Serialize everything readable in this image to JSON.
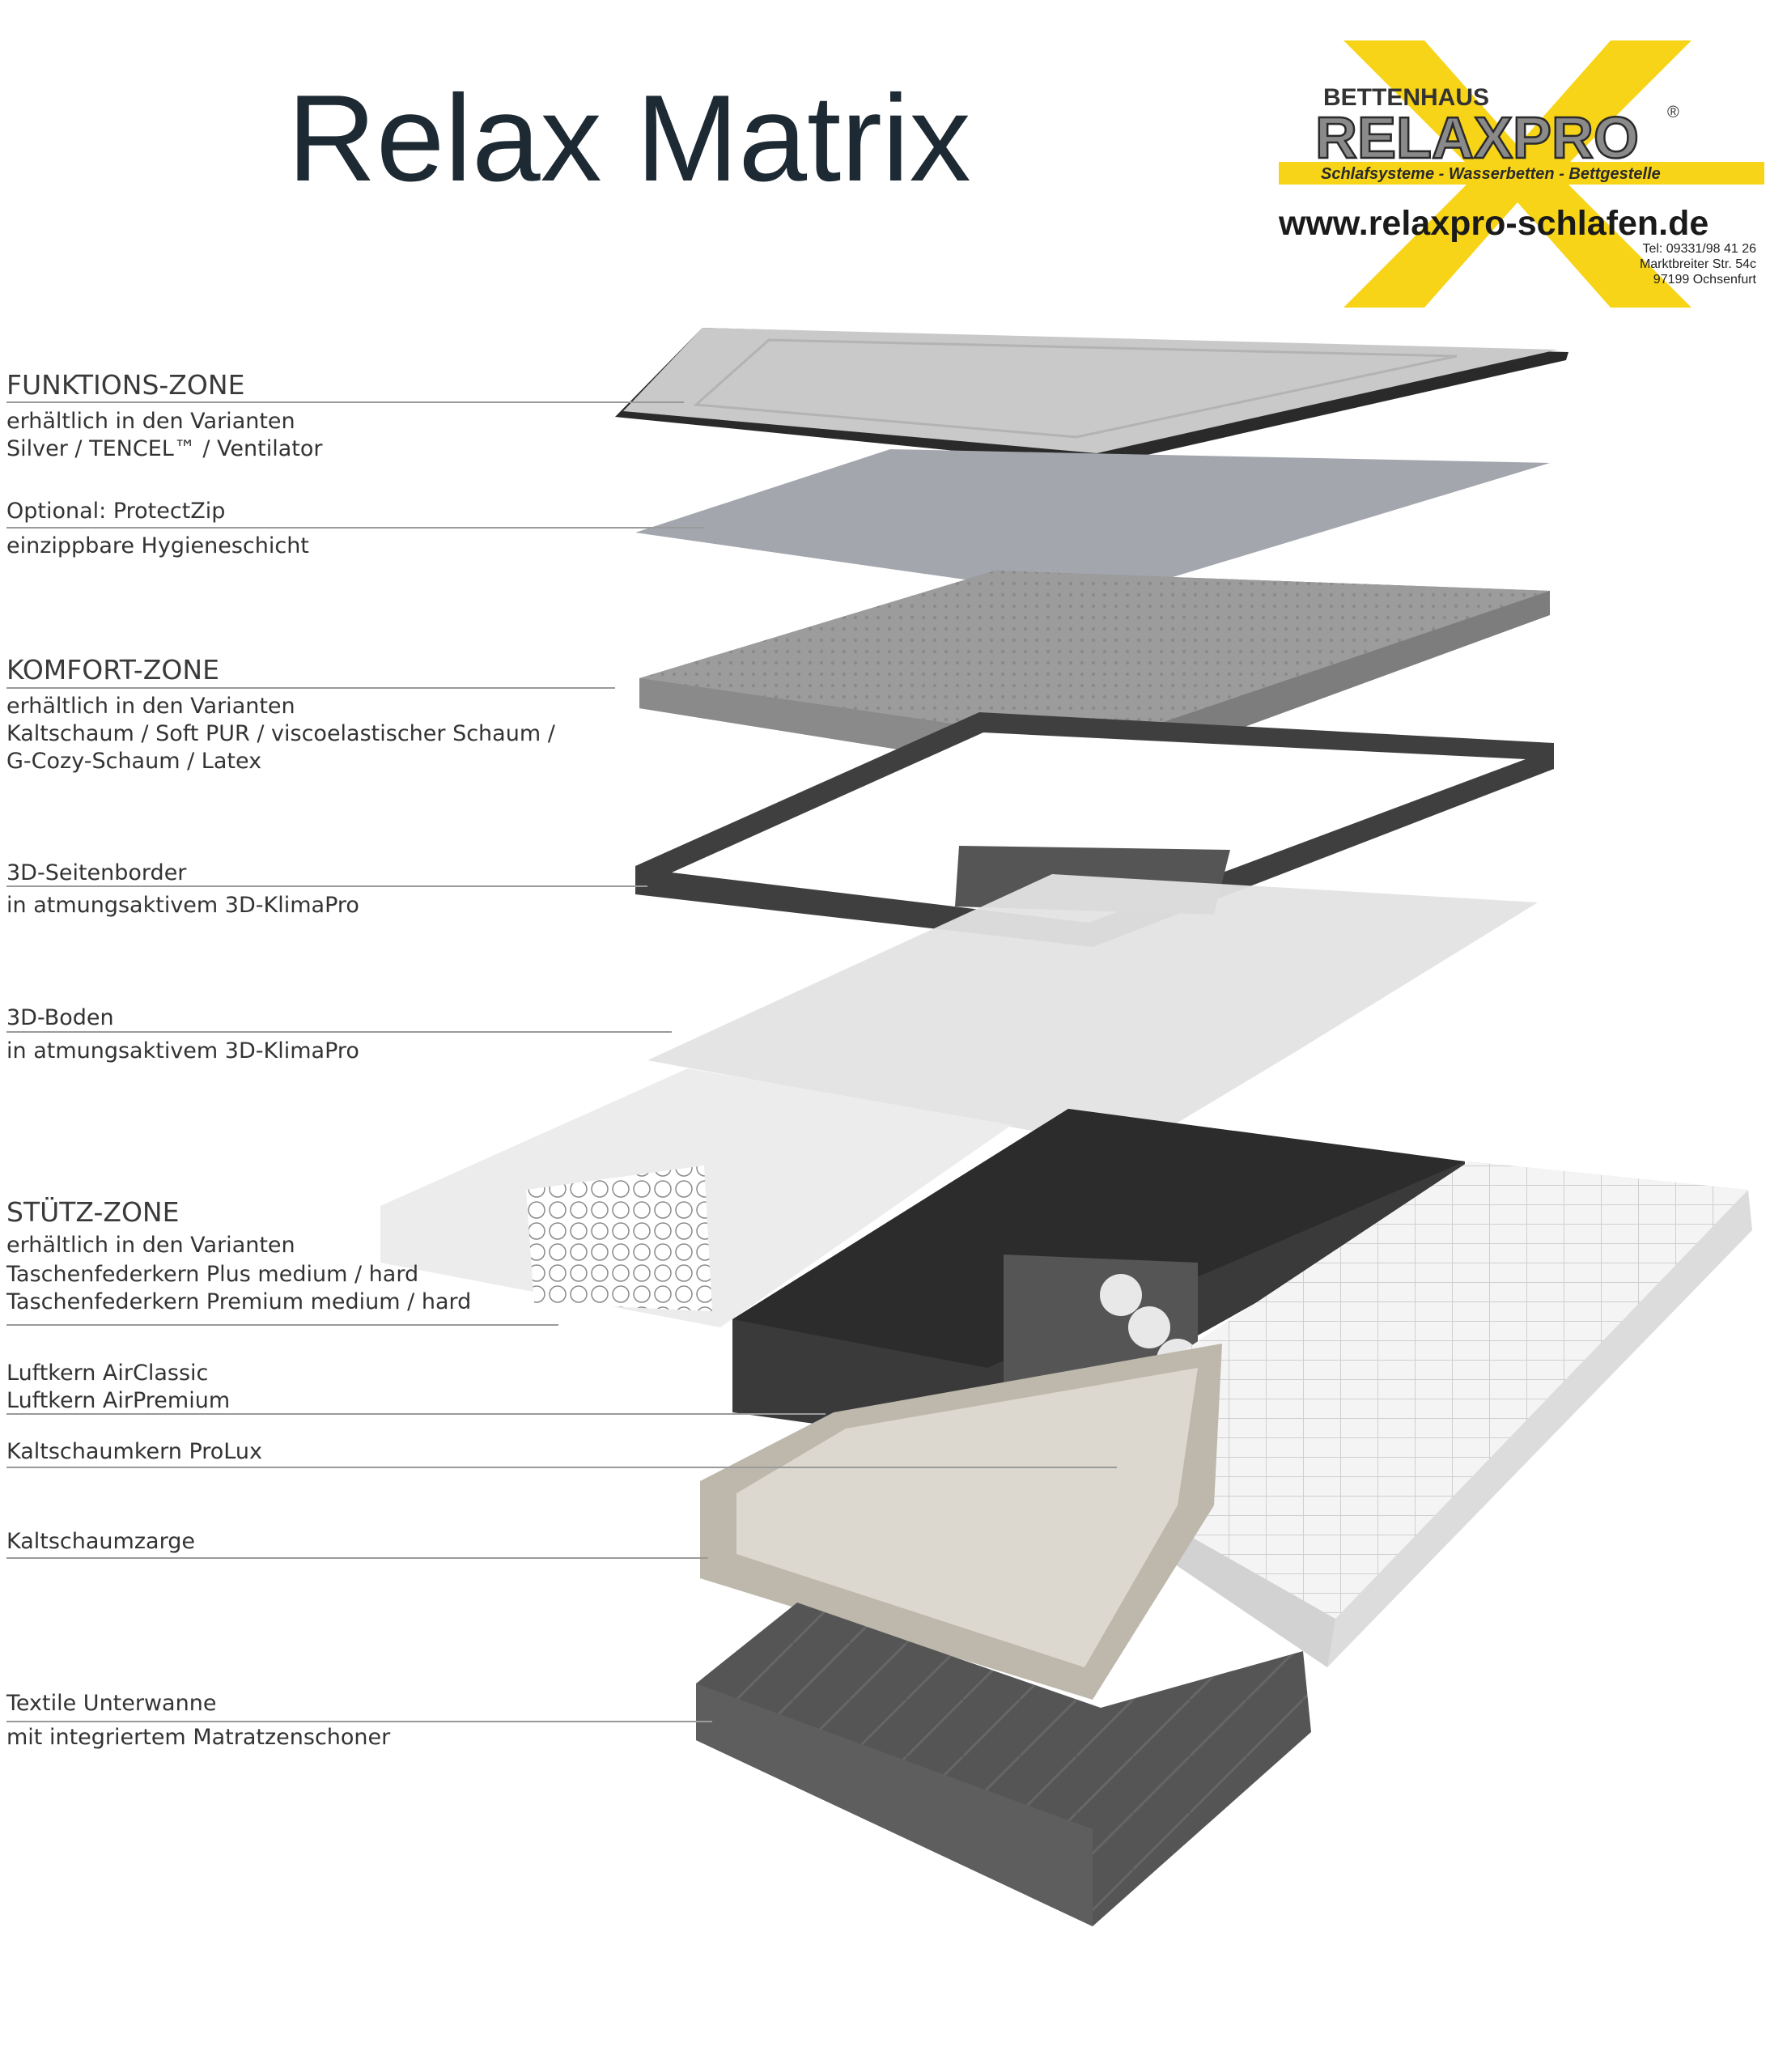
{
  "title": "Relax Matrix",
  "logo": {
    "brand_top": "BETTENHAUS",
    "brand_main_a": "RELAX",
    "brand_main_b": "PRO",
    "registered": "®",
    "tagline": "Schlafsysteme  -  Wasserbetten  -  Bettgestelle",
    "url": "www.relaxpro-schlafen.de",
    "phone": "Tel: 09331/98 41 26",
    "street": "Marktbreiter Str. 54c",
    "city": "97199 Ochsenfurt",
    "accent_color": "#f7d417"
  },
  "labels": {
    "funktions": {
      "heading": "FUNKTIONS-ZONE",
      "line1": "erhältlich in den Varianten",
      "line2": "Silver / TENCEL™ / Ventilator"
    },
    "protectzip": {
      "line1": "Optional: ProtectZip",
      "line2": "einzippbare Hygieneschicht"
    },
    "komfort": {
      "heading": "KOMFORT-ZONE",
      "line1": "erhältlich in den Varianten",
      "line2": "Kaltschaum / Soft PUR / viscoelastischer Schaum /",
      "line3": "G-Cozy-Schaum / Latex"
    },
    "seitenborder": {
      "line1": "3D-Seitenborder",
      "line2": "in atmungsaktivem 3D-KlimaPro"
    },
    "boden": {
      "line1": "3D-Boden",
      "line2": "in atmungsaktivem 3D-KlimaPro"
    },
    "stuetz": {
      "heading": "STÜTZ-ZONE",
      "line1": "erhältlich in den Varianten",
      "line2": "Taschenfederkern Plus medium / hard",
      "line3": "Taschenfederkern Premium medium / hard"
    },
    "luftkern": {
      "line1": "Luftkern AirClassic",
      "line2": "Luftkern AirPremium"
    },
    "kaltschaumkern": {
      "line1": "Kaltschaumkern ProLux"
    },
    "zarge": {
      "line1": "Kaltschaumzarge"
    },
    "unterwanne": {
      "line1": "Textile Unterwanne",
      "line2": "mit integriertem Matratzenschoner"
    }
  }
}
